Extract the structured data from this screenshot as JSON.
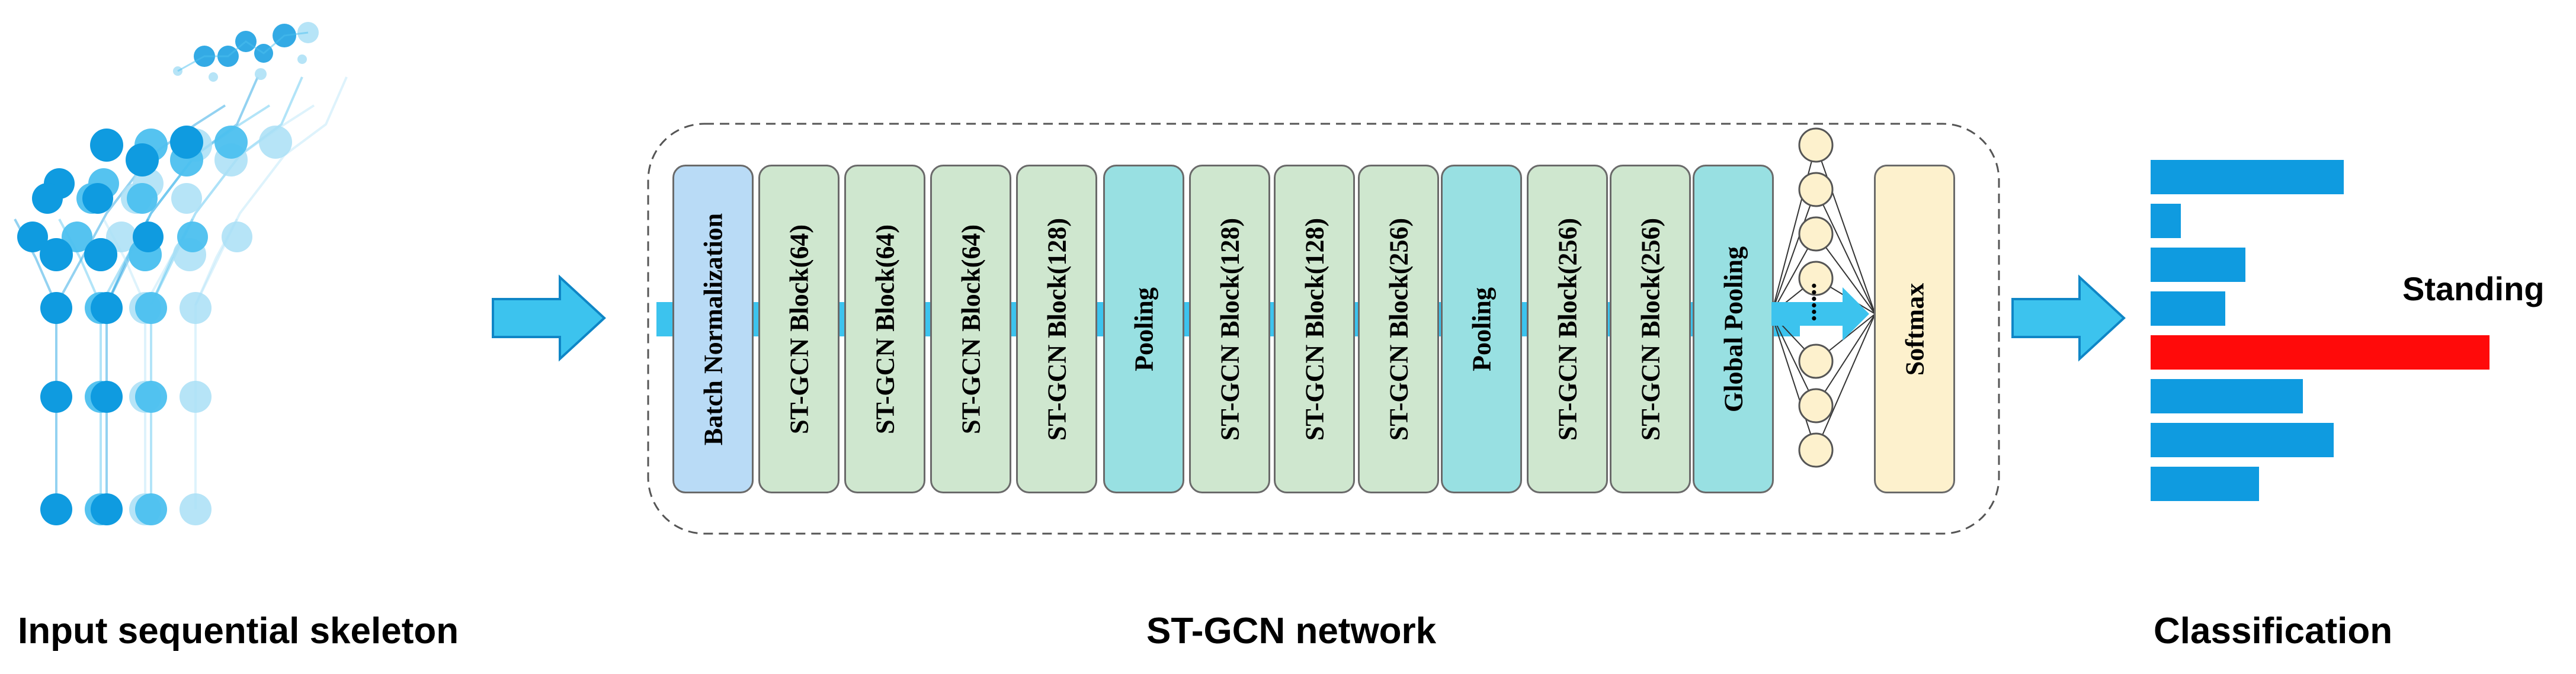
{
  "captions": {
    "input": "Input sequential skeleton",
    "network": "ST-GCN network",
    "classification": "Classification"
  },
  "network": {
    "blocks": [
      {
        "label": "Batch Normalization",
        "kind": "bn"
      },
      {
        "label": "ST-GCN Block(64)",
        "kind": "stgcn"
      },
      {
        "label": "ST-GCN Block(64)",
        "kind": "stgcn"
      },
      {
        "label": "ST-GCN Block(64)",
        "kind": "stgcn"
      },
      {
        "label": "ST-GCN Block(128)",
        "kind": "stgcn"
      },
      {
        "label": "Pooling",
        "kind": "pool"
      },
      {
        "label": "ST-GCN Block(128)",
        "kind": "stgcn"
      },
      {
        "label": "ST-GCN Block(128)",
        "kind": "stgcn"
      },
      {
        "label": "ST-GCN Block(256)",
        "kind": "stgcn"
      },
      {
        "label": "Pooling",
        "kind": "pool"
      },
      {
        "label": "ST-GCN Block(256)",
        "kind": "stgcn"
      },
      {
        "label": "ST-GCN Block(256)",
        "kind": "stgcn"
      },
      {
        "label": "Global Pooling",
        "kind": "pool"
      }
    ],
    "fc_dots": "......",
    "softmax_label": "Softmax"
  },
  "classification": {
    "predicted_label": "Standing",
    "highlight_index": 4,
    "bar_values": [
      0.57,
      0.09,
      0.28,
      0.22,
      1.0,
      0.45,
      0.54,
      0.32
    ]
  },
  "colors": {
    "skeleton_dark": "#0f9be0",
    "skeleton_mid": "#4cc0ef",
    "skeleton_light": "#a9dff6",
    "arrow_fill": "#3cc3ee",
    "arrow_stroke": "#0f86c6",
    "bar": "#0f9be0",
    "bar_highlight": "#ff0a0a",
    "neuron": "#fdf1cd"
  }
}
